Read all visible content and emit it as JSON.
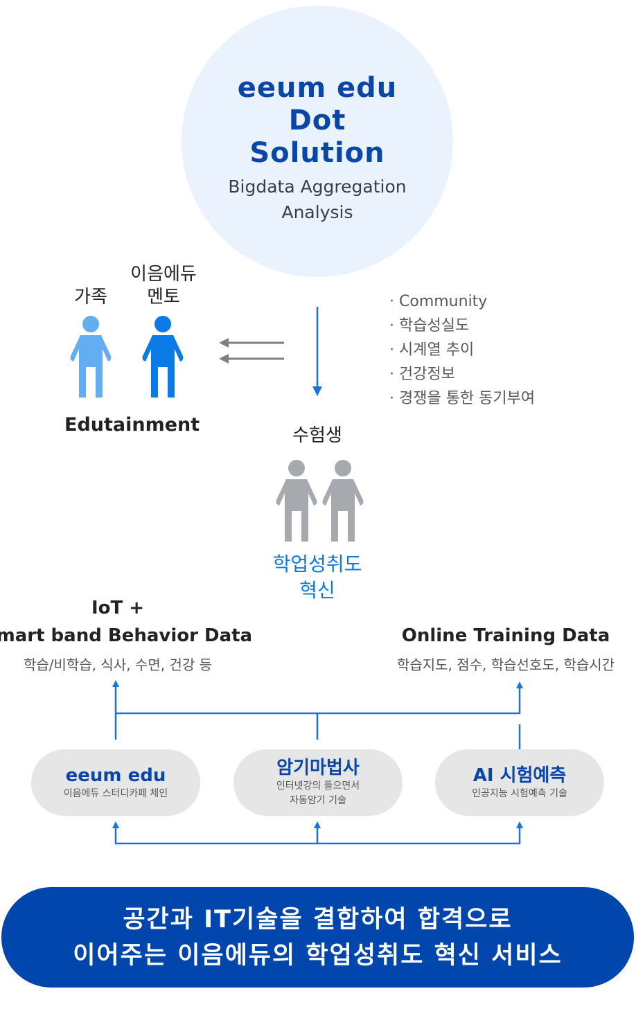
{
  "hub": {
    "title_lines": [
      "eeum edu",
      "Dot",
      "Solution"
    ],
    "subtitle_lines": [
      "Bigdata Aggregation",
      "Analysis"
    ]
  },
  "people": {
    "family_label": "가족",
    "mentor_label_lines": [
      "이음에듀",
      "멘토"
    ],
    "edutainment_label": "Edutainment",
    "student_label": "수험생",
    "achievement_lines": [
      "학업성취도",
      "혁신"
    ]
  },
  "bullets": [
    "Community",
    "학습성실도",
    "시계열 추이",
    "건강정보",
    "경쟁을 통한 동기부여"
  ],
  "data_sources": {
    "iot": {
      "title_lines": [
        "IoT +",
        "Smart band Behavior Data"
      ],
      "detail": "학습/비학습, 식사, 수면, 건강 등"
    },
    "online": {
      "title": "Online Training Data",
      "detail": "학습지도, 점수, 학습선호도, 학습시간"
    }
  },
  "services": [
    {
      "title": "eeum edu",
      "desc_lines": [
        "이음에듀 스터디카페 체인"
      ]
    },
    {
      "title": "암기마법사",
      "desc_lines": [
        "인터넷강의 들으면서",
        "자동암기 기술"
      ]
    },
    {
      "title": "AI 시험예측",
      "desc_lines": [
        "인공지능 시험예측 기술"
      ]
    }
  ],
  "banner": {
    "lines": [
      "공간과 IT기술을 결합하여 합격으로",
      "이어주는 이음에듀의 학업성취도 혁신 서비스"
    ]
  },
  "colors": {
    "navy": "#0a46a8",
    "blue": "#0a7be6",
    "light_blue": "#63aef2",
    "gray": "#a6a9ad",
    "banner": "#0046ad"
  }
}
